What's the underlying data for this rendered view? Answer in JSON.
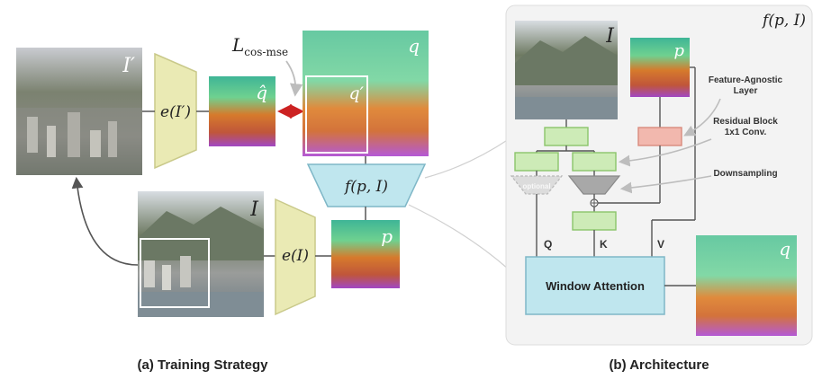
{
  "training": {
    "caption": "(a) Training Strategy",
    "img_i_prime": "I′",
    "img_i": "I",
    "enc_i_prime": "e(I′)",
    "enc_i": "e(I)",
    "q_hat": "q̂",
    "q_prime": "q′",
    "q": "q",
    "p": "p",
    "loss": "L",
    "loss_sub": "cos-mse",
    "f": "f(p, I)"
  },
  "architecture": {
    "caption": "(b) Architecture",
    "panel_title": "f(p, I)",
    "img_i": "I",
    "p": "p",
    "q": "q",
    "legend_feature_agnostic": "Feature-Agnostic",
    "legend_feature_agnostic_2": "Layer",
    "legend_residual": "Residual Block",
    "legend_residual_2": "1x1 Conv.",
    "legend_downsampling": "Downsampling",
    "optional": "optional",
    "q_label": "Q",
    "k_label": "K",
    "v_label": "V",
    "window_attention": "Window Attention",
    "plus": "⊕"
  },
  "colors": {
    "encoder_fill": "#eaeab4",
    "encoder_stroke": "#c9c98a",
    "f_fill": "#bfe6ee",
    "f_stroke": "#7fb7c7",
    "residual_fill": "#cdebb7",
    "residual_stroke": "#8bc46a",
    "agnostic_fill": "#f2b8ae",
    "agnostic_stroke": "#d98a7d",
    "loss_arrow": "#cc2222",
    "panel_fill": "#f3f3f3",
    "attention_fill": "#bfe6ee"
  }
}
